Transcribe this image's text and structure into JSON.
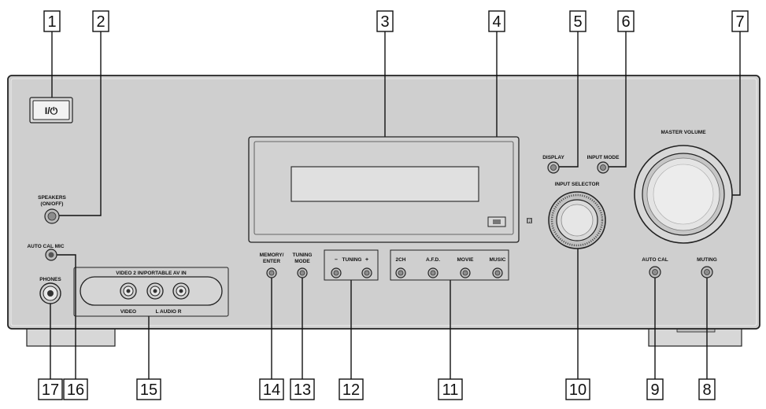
{
  "callouts": [
    "1",
    "2",
    "3",
    "4",
    "5",
    "6",
    "7",
    "8",
    "9",
    "10",
    "11",
    "12",
    "13",
    "14",
    "15",
    "16",
    "17"
  ],
  "panel": {
    "power_symbol": "I/⏻",
    "speakers_label_line1": "SPEAKERS",
    "speakers_label_line2": "(ON/OFF)",
    "auto_cal_mic_label": "AUTO CAL MIC",
    "phones_label": "PHONES",
    "av_in_title": "VIDEO 2 IN/PORTABLE AV IN",
    "av_video_label": "VIDEO",
    "av_audio_label": "L  AUDIO  R",
    "memory_label_line1": "MEMORY/",
    "memory_label_line2": "ENTER",
    "tuning_mode_line1": "TUNING",
    "tuning_mode_line2": "MODE",
    "tuning_minus": "–",
    "tuning_label": "TUNING",
    "tuning_plus": "+",
    "mode_2ch": "2CH",
    "mode_afd": "A.F.D.",
    "mode_movie": "MOVIE",
    "mode_music": "MUSIC",
    "display_label": "DISPLAY",
    "input_mode_label": "INPUT MODE",
    "input_selector_label": "INPUT SELECTOR",
    "master_volume_label": "MASTER VOLUME",
    "auto_cal_label": "AUTO CAL",
    "muting_label": "MUTING",
    "sensor_mark": "R"
  }
}
